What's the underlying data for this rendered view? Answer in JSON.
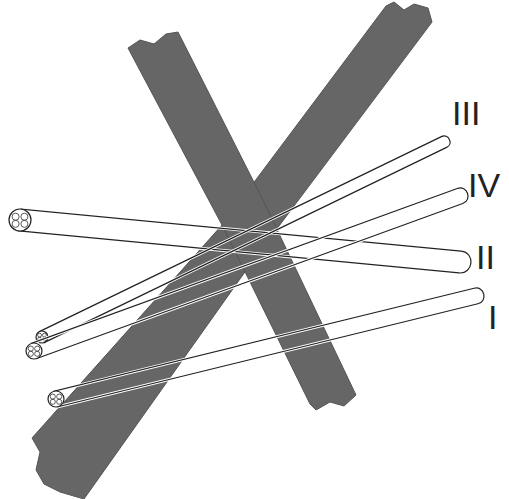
{
  "diagram": {
    "labels": [
      "III",
      "IV",
      "II",
      "I"
    ]
  }
}
